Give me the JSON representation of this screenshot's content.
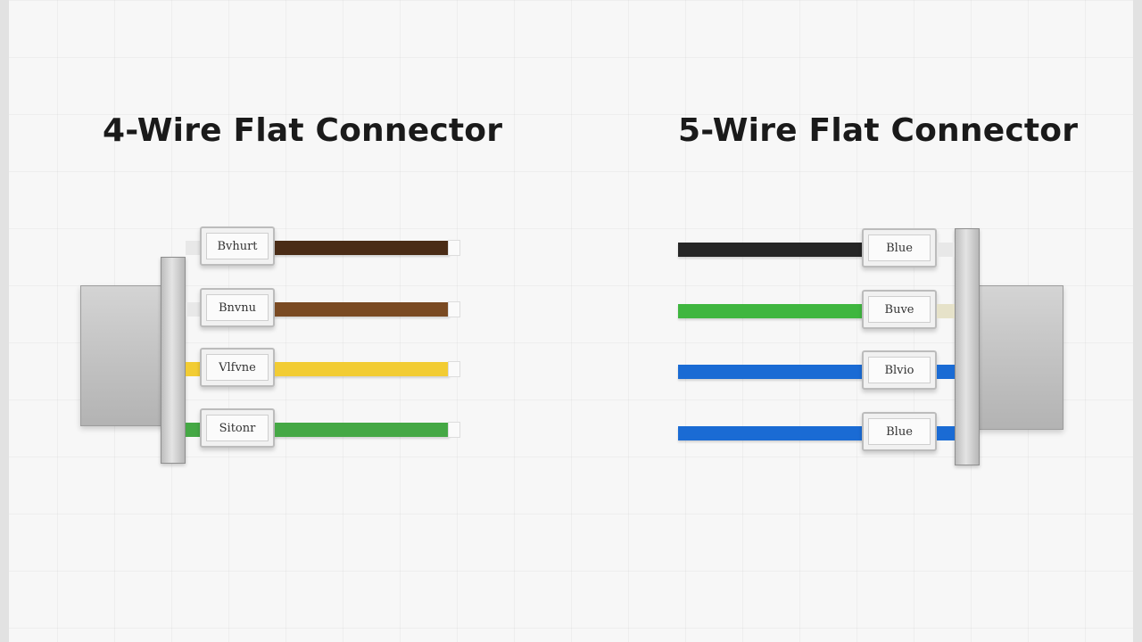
{
  "left": {
    "title": "4-Wire Flat Connector",
    "wires": [
      {
        "label": "Bvhurt",
        "color": "#4a2c16"
      },
      {
        "label": "Bnvnu",
        "color": "#7a4a22"
      },
      {
        "label": "Vlfvne",
        "color": "#f2cc33"
      },
      {
        "label": "Sitonr",
        "color": "#45a845"
      }
    ]
  },
  "right": {
    "title": "5-Wire Flat Connector",
    "wires": [
      {
        "label": "Blue",
        "color": "#262626"
      },
      {
        "label": "Buve",
        "color": "#3fb63f"
      },
      {
        "label": "Blvio",
        "color": "#1a6bd4"
      },
      {
        "label": "Blue",
        "color": "#1a6bd4"
      }
    ]
  }
}
